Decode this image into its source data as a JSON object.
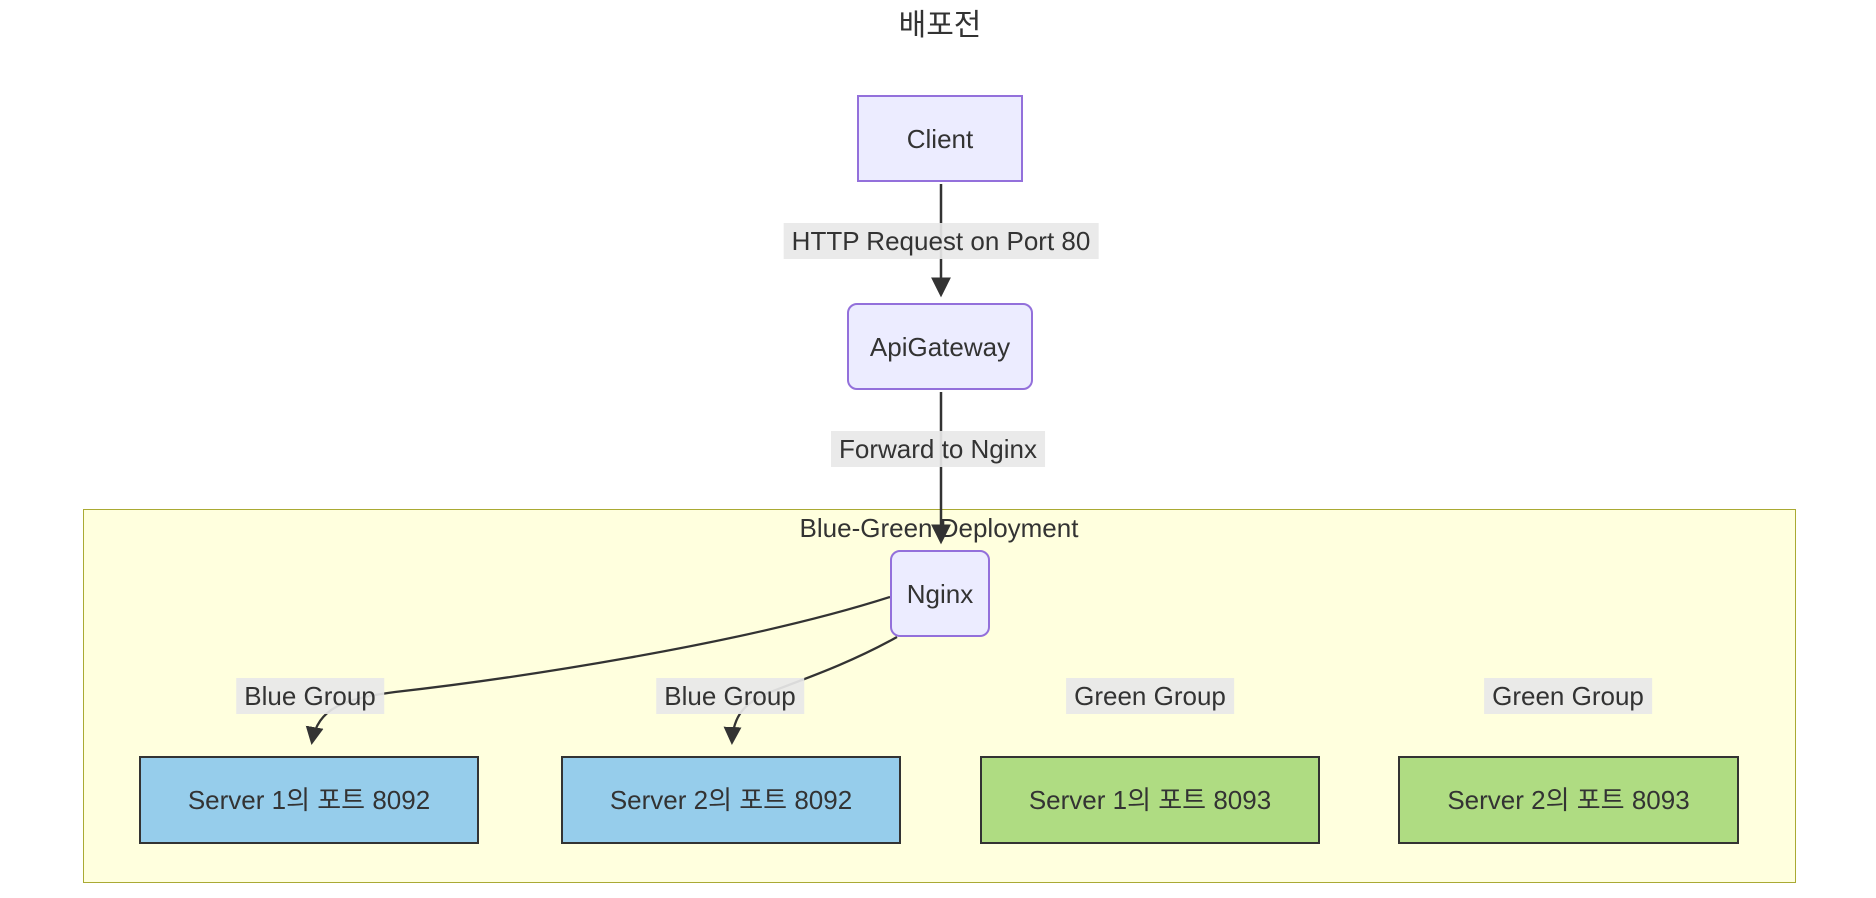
{
  "diagram": {
    "title": "배포전",
    "nodes": {
      "client": {
        "label": "Client",
        "shape": "rect"
      },
      "api_gateway": {
        "label": "ApiGateway",
        "shape": "rounded"
      },
      "nginx": {
        "label": "Nginx",
        "shape": "rounded"
      },
      "servers": [
        {
          "label": "Server 1의 포트 8092",
          "group": "blue"
        },
        {
          "label": "Server 2의 포트 8092",
          "group": "blue"
        },
        {
          "label": "Server 1의 포트 8093",
          "group": "green"
        },
        {
          "label": "Server 2의 포트 8093",
          "group": "green"
        }
      ]
    },
    "cluster": {
      "label": "Blue-Green Deployment"
    },
    "edge_labels": {
      "client_to_gateway": "HTTP Request on Port 80",
      "gateway_to_nginx": "Forward to Nginx",
      "nginx_to_server1": "Blue Group",
      "nginx_to_server2": "Blue Group",
      "green_group_1": "Green Group",
      "green_group_2": "Green Group"
    },
    "colors": {
      "node_fill": "#ECECFF",
      "node_border": "#9370DB",
      "cluster_fill": "#FFFFDE",
      "cluster_border": "#AAAA33",
      "blue_server_fill": "#96CDEB",
      "green_server_fill": "#AFDC82",
      "server_border": "#333333",
      "edge_stroke": "#333333",
      "edge_label_bg": "#E8E8E8",
      "text": "#333333",
      "background": "#FFFFFF"
    }
  }
}
